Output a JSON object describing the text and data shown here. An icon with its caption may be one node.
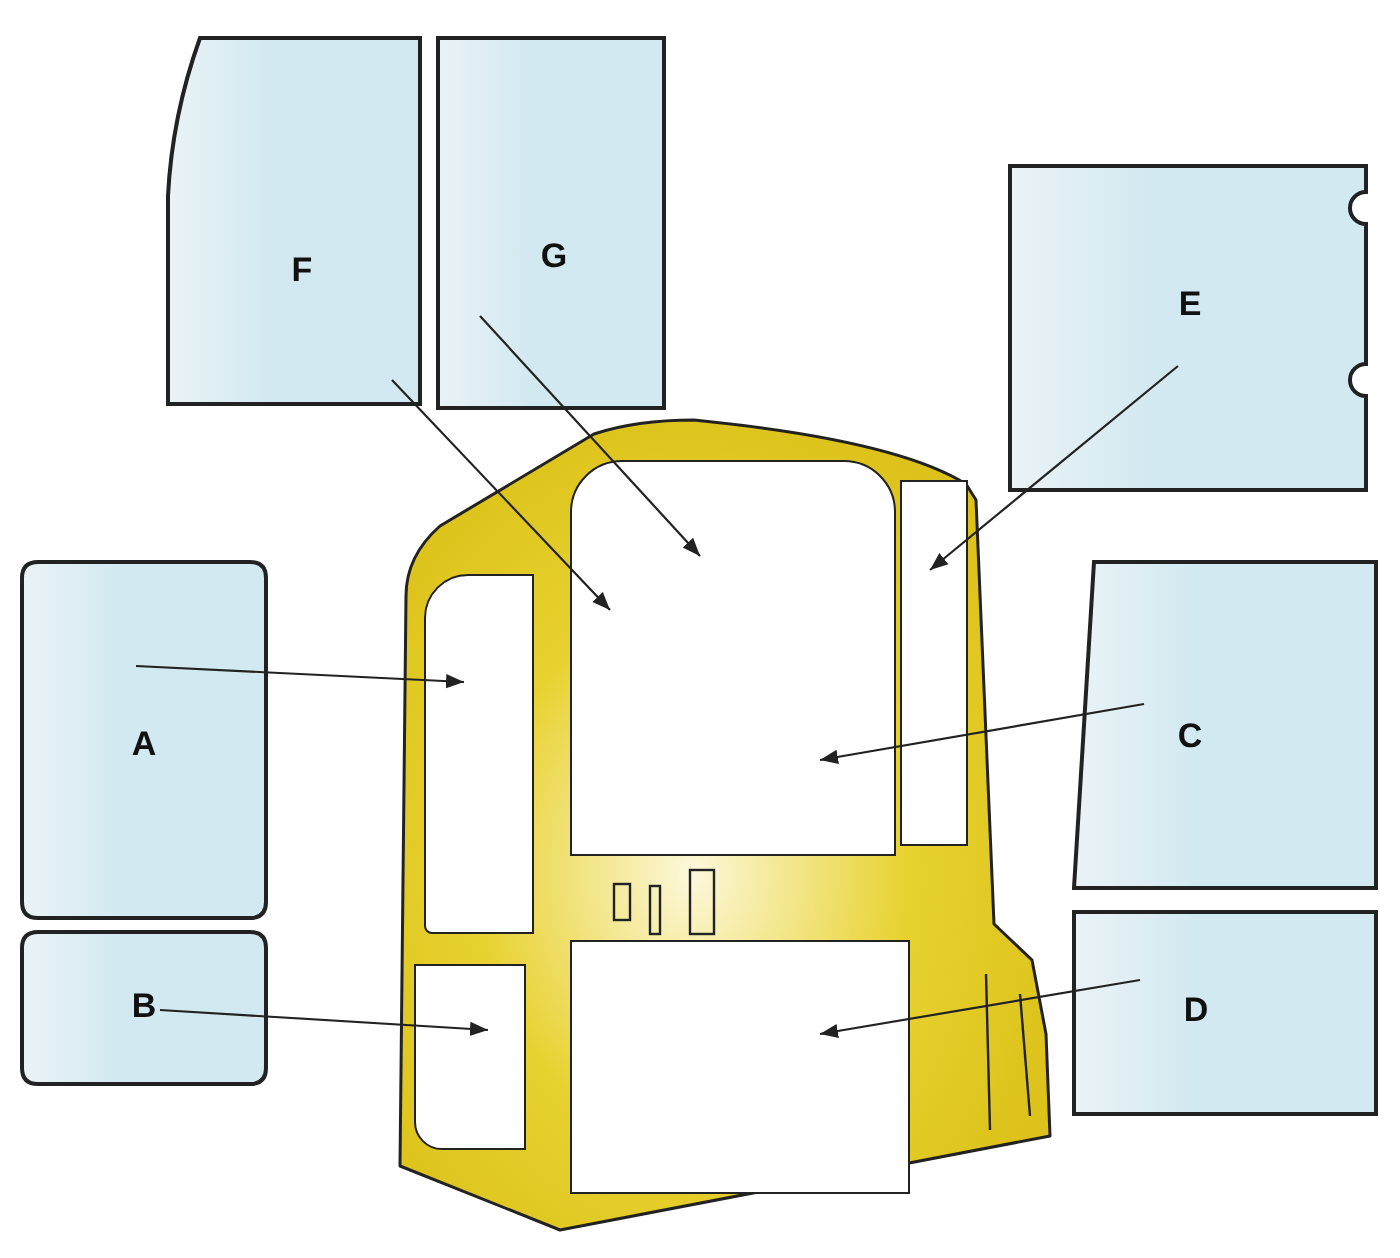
{
  "diagram": {
    "nodes": [
      {
        "text": [
          "F"
        ]
      },
      {
        "text": [
          "G"
        ]
      },
      {
        "text": [
          "E"
        ]
      },
      {
        "text": [
          "A"
        ]
      },
      {
        "text": [
          "C"
        ]
      },
      {
        "text": [
          "B"
        ]
      },
      {
        "text": [
          "D"
        ]
      },
      {
        "text": [],
        "shape": "picture"
      },
      {
        "text": [],
        "shape": "box",
        "in": 7
      },
      {
        "text": [],
        "shape": "box",
        "in": 7
      },
      {
        "text": [],
        "shape": "box",
        "in": 7
      },
      {
        "text": [],
        "shape": "box",
        "in": 7
      },
      {
        "text": [],
        "shape": "box",
        "in": 7
      }
    ],
    "edges": [
      {
        "from": 0,
        "to": 9,
        "arrow": "to"
      },
      {
        "from": 1,
        "to": 9,
        "arrow": "to"
      },
      {
        "from": 2,
        "to": 10,
        "arrow": "to"
      },
      {
        "from": 3,
        "to": 8,
        "arrow": "to"
      },
      {
        "from": 4,
        "to": 9,
        "arrow": "to"
      },
      {
        "from": 5,
        "to": 11,
        "arrow": "to"
      },
      {
        "from": 6,
        "to": 12,
        "arrow": "to"
      }
    ]
  }
}
